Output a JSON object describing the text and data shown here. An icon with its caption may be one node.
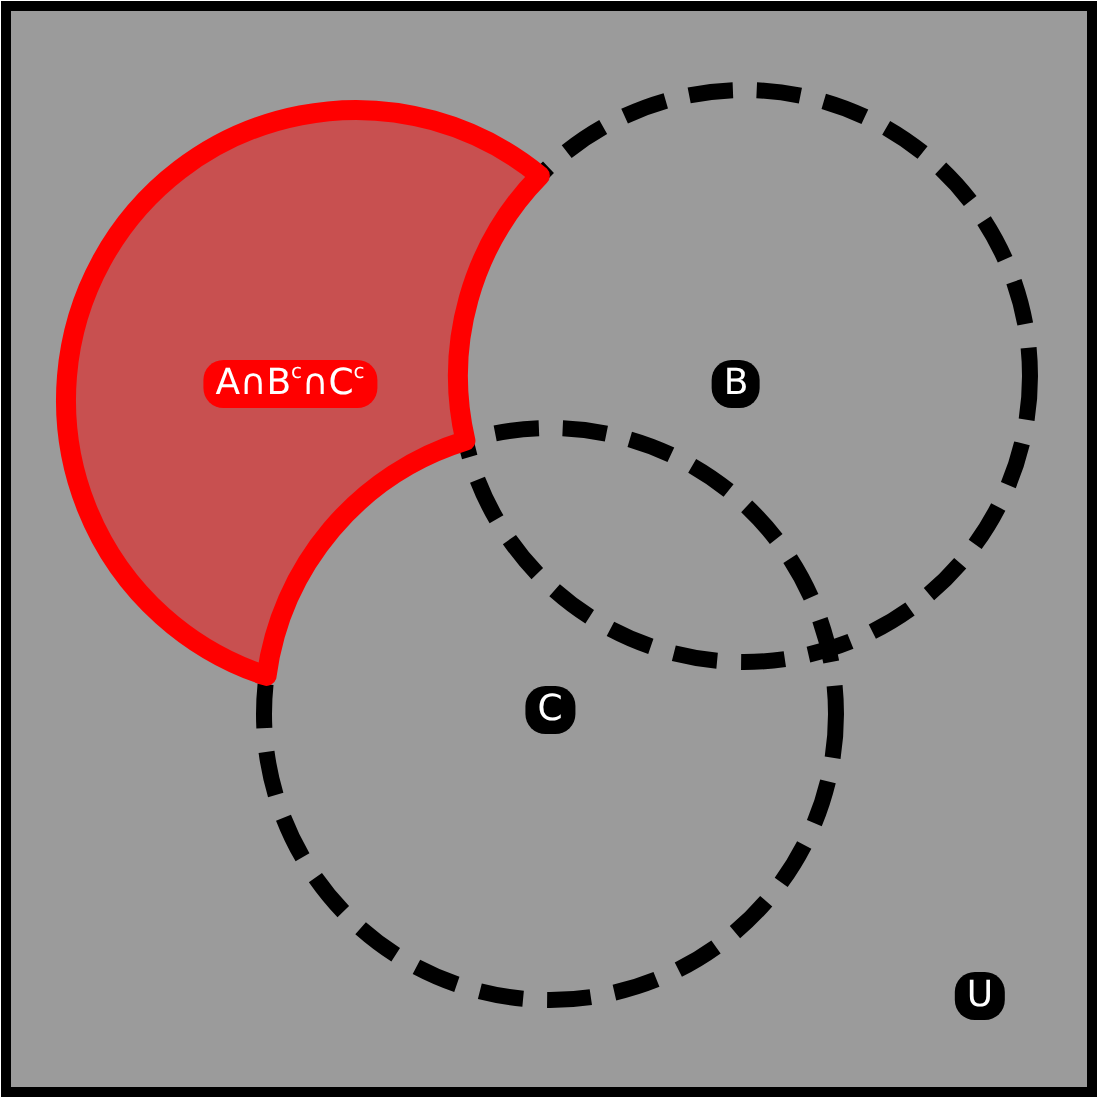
{
  "diagram": {
    "labels": [
      "A∩B$^{c}$∩C$^{c}$",
      "B",
      "C",
      "U"
    ]
  }
}
